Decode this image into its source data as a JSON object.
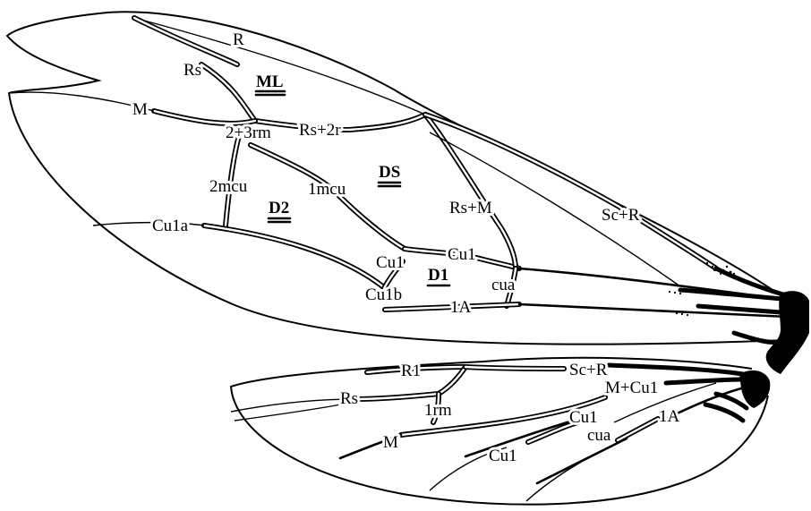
{
  "forewing": {
    "veins": {
      "r": "R",
      "rs": "Rs",
      "m": "M",
      "rs_2r": "Rs+2r",
      "two_3rm": "2+3rm",
      "two_mcu": "2mcu",
      "one_mcu": "1mcu",
      "cu1a": "Cu1a",
      "rs_m": "Rs+M",
      "sc_r": "Sc+R",
      "cu1_left": "Cu1",
      "cu1_right": "Cu1",
      "cu1b": "Cu1b",
      "cua": "cua",
      "one_a": "1A"
    },
    "cells": {
      "ml": "ML",
      "ds": "DS",
      "d2": "D2",
      "d1": "D1"
    }
  },
  "hindwing": {
    "veins": {
      "r1": "R1",
      "sc_r": "Sc+R",
      "rs": "Rs",
      "m_cu1": "M+Cu1",
      "one_rm": "1rm",
      "cu1_upper": "Cu1",
      "cua": "cua",
      "one_a": "1A",
      "m": "M",
      "cu1_lower": "Cu1"
    }
  }
}
